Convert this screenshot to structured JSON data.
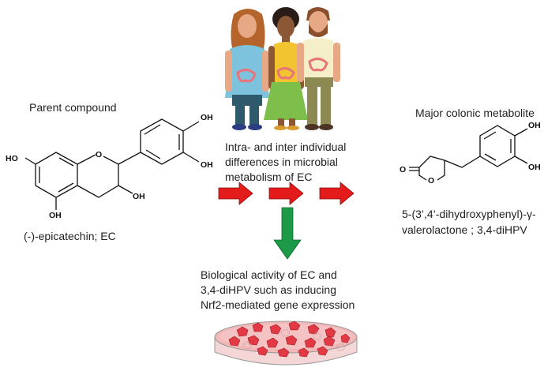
{
  "parent": {
    "heading": "Parent compound",
    "name": "(-)-epicatechin; EC",
    "labels": {
      "oh_4p": "OH",
      "oh_3p": "OH",
      "oh_7": "HO",
      "oh_3": "OH",
      "oh_5": "OH",
      "ring_o": "O"
    }
  },
  "metabolite": {
    "heading": "Major colonic metabolite",
    "name_line1": "5-(3’,4’-dihydroxyphenyl)-γ-",
    "name_line2": "valerolactone ; 3,4-diHPV",
    "labels": {
      "oh_top": "OH",
      "oh_bottom": "OH",
      "carbonyl_o": "O",
      "ring_o": "O"
    }
  },
  "middle": {
    "line1": "Intra- and inter individual",
    "line2": "differences in microbial",
    "line3": "metabolism of EC"
  },
  "bottom": {
    "line1": "Biological activity of EC and",
    "line2": "3,4-diHPV such as inducing",
    "line3": "Nrf2-mediated gene expression"
  },
  "colors": {
    "arrow_red": "#e41b1b",
    "arrow_green": "#1c9a48",
    "cell": "#e23a44",
    "dish_medium": "#f2b8b8"
  }
}
